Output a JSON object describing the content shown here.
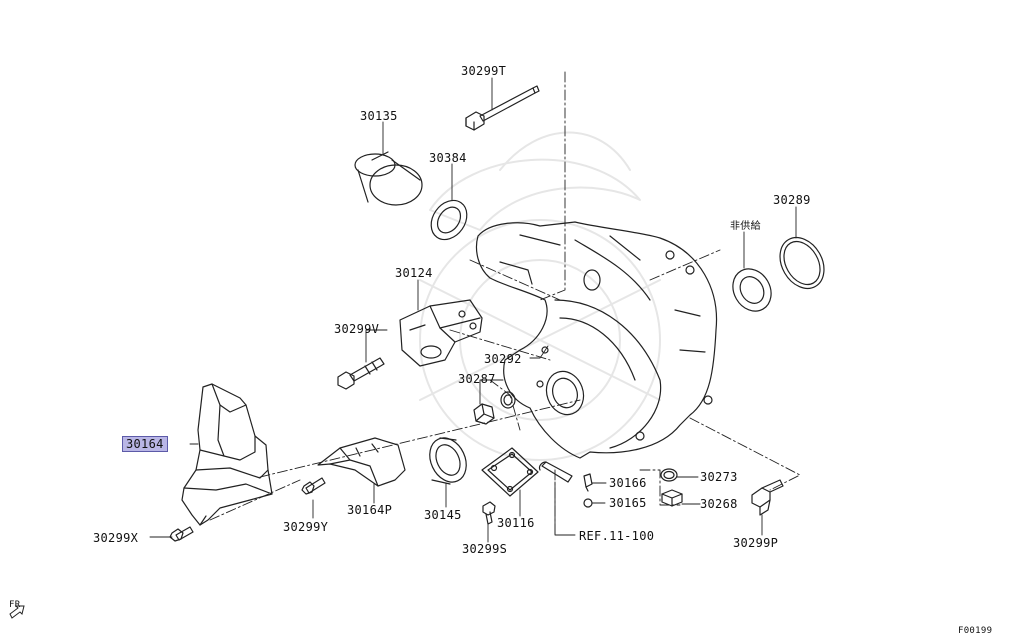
{
  "diagram": {
    "parts": [
      {
        "id": "p1",
        "number": "30299T"
      },
      {
        "id": "p2",
        "number": "30135"
      },
      {
        "id": "p3",
        "number": "30384"
      },
      {
        "id": "p4",
        "number": "30289"
      },
      {
        "id": "p5",
        "number": "非供給"
      },
      {
        "id": "p6",
        "number": "30124"
      },
      {
        "id": "p7",
        "number": "30299V"
      },
      {
        "id": "p8",
        "number": "30292"
      },
      {
        "id": "p9",
        "number": "30287"
      },
      {
        "id": "p10",
        "number": "30164",
        "highlighted": true
      },
      {
        "id": "p11",
        "number": "30166"
      },
      {
        "id": "p12",
        "number": "30273"
      },
      {
        "id": "p13",
        "number": "30165"
      },
      {
        "id": "p14",
        "number": "30268"
      },
      {
        "id": "p15",
        "number": "30299Y"
      },
      {
        "id": "p16",
        "number": "30164P"
      },
      {
        "id": "p17",
        "number": "30145"
      },
      {
        "id": "p18",
        "number": "30116"
      },
      {
        "id": "p19",
        "number": "30299X"
      },
      {
        "id": "p20",
        "number": "30299S"
      },
      {
        "id": "p21",
        "number": "REF.11-100"
      },
      {
        "id": "p22",
        "number": "30299P"
      }
    ],
    "front_marker": "FR",
    "figure_code": "F00199",
    "highlight_color": "#b9b6e6"
  }
}
